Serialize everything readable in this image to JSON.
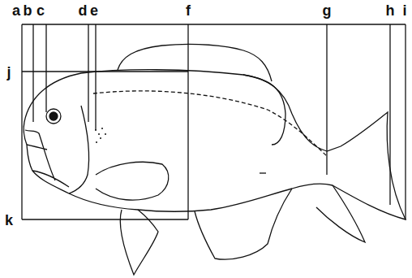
{
  "diagram": {
    "labels": [
      "a",
      "b",
      "c",
      "d",
      "e",
      "f",
      "g",
      "h",
      "i",
      "j",
      "k"
    ]
  }
}
